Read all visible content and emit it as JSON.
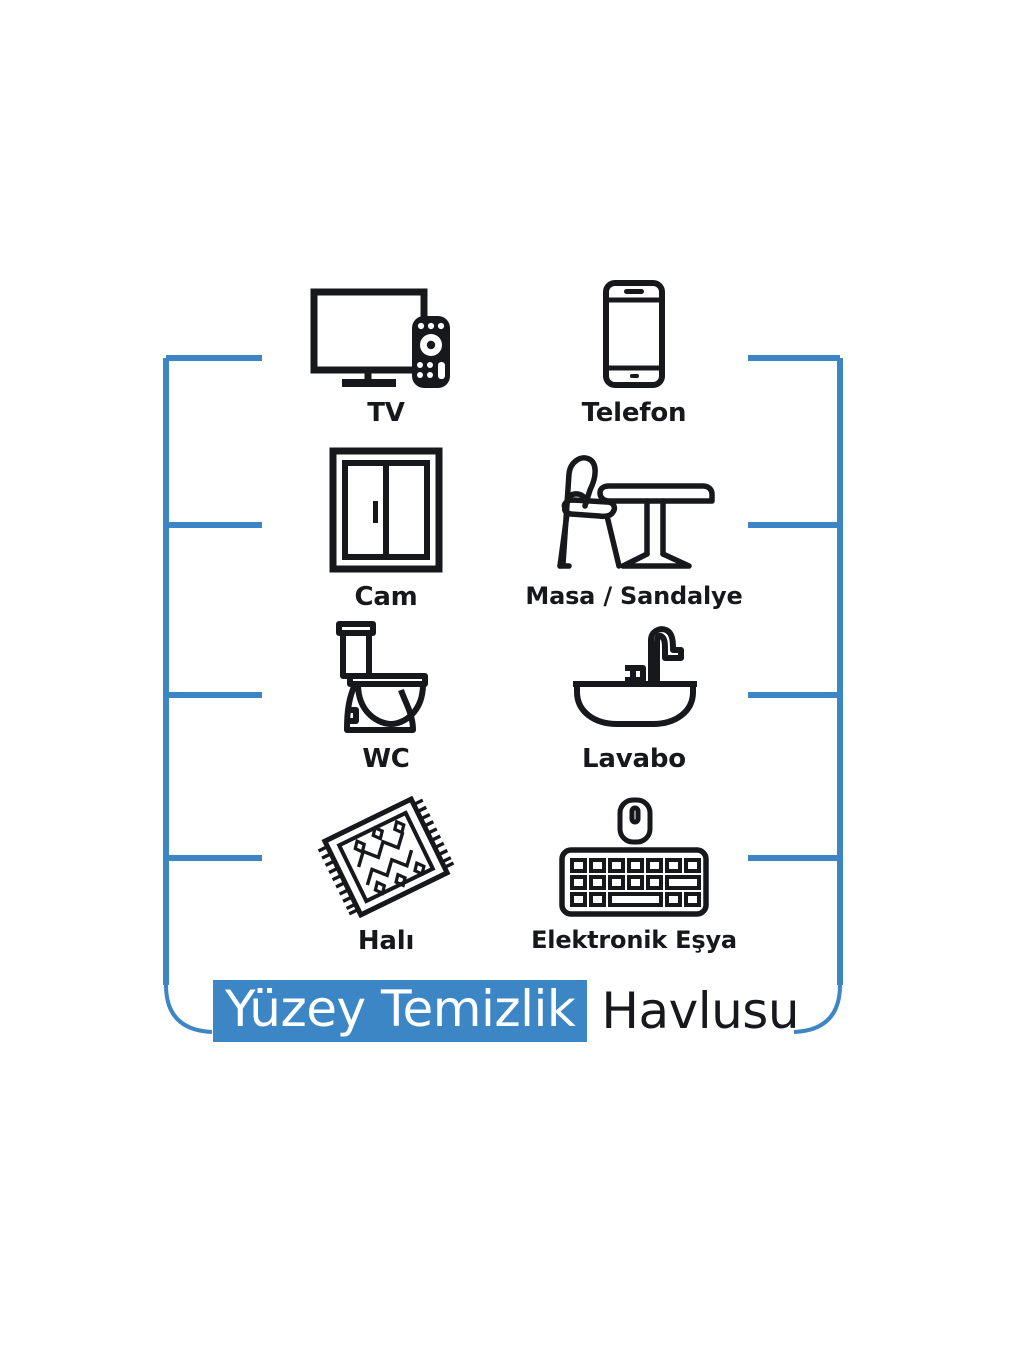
{
  "page": {
    "background": "#ffffff",
    "accent_blue": "#3d86c6",
    "ink": "#17181c"
  },
  "bracket": {
    "color": "#3d86c6",
    "tick_count_per_side": 4
  },
  "items": [
    {
      "label": "TV",
      "icon": "tv-icon",
      "column": "left",
      "row": 0
    },
    {
      "label": "Telefon",
      "icon": "smartphone-icon",
      "column": "right",
      "row": 0
    },
    {
      "label": "Cam",
      "icon": "window-icon",
      "column": "left",
      "row": 1
    },
    {
      "label": "Masa / Sandalye",
      "icon": "table-chair-icon",
      "column": "right",
      "row": 1
    },
    {
      "label": "WC",
      "icon": "toilet-icon",
      "column": "left",
      "row": 2
    },
    {
      "label": "Lavabo",
      "icon": "sink-icon",
      "column": "right",
      "row": 2
    },
    {
      "label": "Halı",
      "icon": "carpet-icon",
      "column": "left",
      "row": 3
    },
    {
      "label": "Elektronik Eşya",
      "icon": "keyboard-mouse-icon",
      "column": "right",
      "row": 3
    }
  ],
  "banner": {
    "highlighted_text": "Yüzey Temizlik",
    "plain_text": "Havlusu",
    "highlight_bg": "#3d86c6",
    "highlight_color": "#ffffff",
    "plain_color": "#17181c"
  }
}
